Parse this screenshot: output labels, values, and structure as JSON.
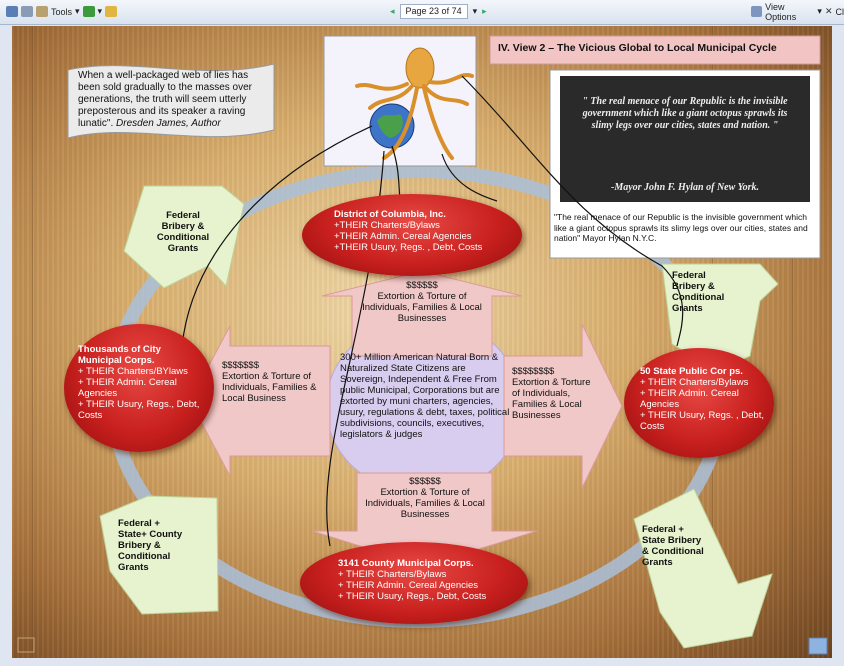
{
  "toolbar": {
    "tools_label": "Tools",
    "page_label": "Page 23 of 74",
    "view_options_label": "View Options",
    "close_label": "Cl"
  },
  "slide": {
    "title": "IV. View 2 – The Vicious Global to Local Municipal Cycle",
    "quote_box": "When a well-packaged web of lies has been sold gradually to the masses over generations, the truth will seem utterly preposterous and its speaker a raving lunatic\".",
    "quote_author": "Dresden James, Author",
    "photo_quote": "\" The real menace of our Republic is the invisible government which like a giant octopus sprawls its slimy legs over our cities, states and nation. \"",
    "photo_attribution": "-Mayor John F. Hylan of New York.",
    "caption": "\"The real menace of our Republic is the invisible government which like a giant octopus sprawls its slimy legs over our cities, states and nation\" Mayor  Hylan N.Y.C.",
    "dc": {
      "title": "District of Columbia, Inc.",
      "items": [
        "+THEIR Charters/Bylaws",
        "+THEIR Admin. Cereal Agencies",
        "+THEIR  Usury, Regs.  , Debt, Costs"
      ]
    },
    "city": {
      "title": "Thousands of City Municipal Corps.",
      "items": [
        "+ THEIR Charters/BYlaws",
        "+ THEIR Admin. Cereal Agencies",
        "+ THEIR  Usury, Regs., Debt, Costs"
      ]
    },
    "state": {
      "title": "50 State  Public Cor ps.",
      "items": [
        "+ THEIR  Charters/Bylaws",
        "+ THEIR  Admin. Cereal Agencies",
        "+ THEIR  Usury, Regs.  , Debt, Costs"
      ]
    },
    "county": {
      "title": "3141 County Municipal Corps.",
      "items": [
        "+ THEIR Charters/Bylaws",
        "+ THEIR Admin. Cereal  Agencies",
        "+ THEIR Usury, Regs., Debt, Costs"
      ]
    },
    "center_text": "300+ Million American Natural Born & Naturalized State Citizens are Sovereign, Independent & Free From  public Municipal, Corporations  but are extorted by  muni charters, agencies, usury, regulations & debt, taxes, political subdivisions, councils, executives, legislators & judges",
    "arrow_top": {
      "dollars": "$$$$$$",
      "text": "Extortion & Torture of Individuals, Families & Local Businesses"
    },
    "arrow_left": {
      "dollars": "$$$$$$$",
      "text": "Extortion & Torture of Individuals, Families & Local Business"
    },
    "arrow_right": {
      "dollars": "$$$$$$$$",
      "text": "Extortion & Torture of Individuals, Families & Local Businesses"
    },
    "arrow_bottom": {
      "dollars": "$$$$$$",
      "text": "Extortion & Torture of Individuals, Families & Local Businesses"
    },
    "green_tl": "Federal Bribery & Conditional Grants",
    "green_tr": "Federal Bribery & Conditional Grants",
    "green_bl": "Federal + State+ County Bribery & Conditional Grants",
    "green_br": "Federal + State Bribery & Conditional Grants"
  },
  "colors": {
    "ellipse_red": "#c8201e",
    "pink_arrow": "#f3c9c9",
    "green_arrow": "#e6f3cf",
    "blue_ring": "#9fb8d8",
    "center_purple": "#d9ccf0"
  }
}
